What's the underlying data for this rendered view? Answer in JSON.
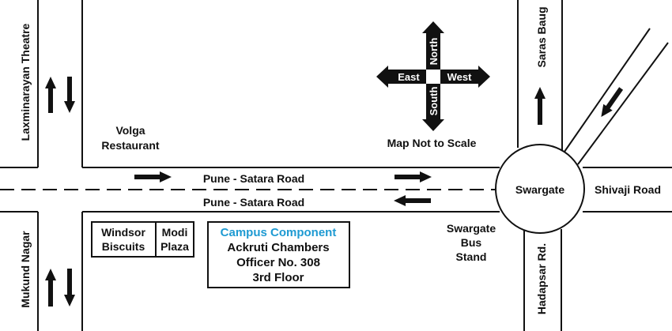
{
  "roads": {
    "left_vertical_top": "Laxminarayan Theatre",
    "left_vertical_bottom": "Mukund Nagar",
    "main_upper": "Pune - Satara Road",
    "main_lower": "Pune - Satara Road",
    "right_vertical_top": "Saras Baug",
    "right_vertical_bottom": "Hadapsar Rd.",
    "right_horizontal": "Shivaji Road"
  },
  "landmarks": {
    "volga_line1": "Volga",
    "volga_line2": "Restaurant",
    "swargate": "Swargate",
    "bus_stand_line1": "Swargate",
    "bus_stand_line2": "Bus",
    "bus_stand_line3": "Stand",
    "windsor_line1": "Windsor",
    "windsor_line2": "Biscuits",
    "modi_line1": "Modi",
    "modi_line2": "Plaza"
  },
  "destination": {
    "title": "Campus Component",
    "line1": "Ackruti Chambers",
    "line2": "Officer No. 308",
    "line3": "3rd Floor"
  },
  "compass": {
    "north": "North",
    "south": "South",
    "east": "East",
    "west": "West"
  },
  "note": "Map Not to Scale",
  "colors": {
    "line": "#111111",
    "background": "#ffffff",
    "destination_title": "#1e9ad2"
  }
}
